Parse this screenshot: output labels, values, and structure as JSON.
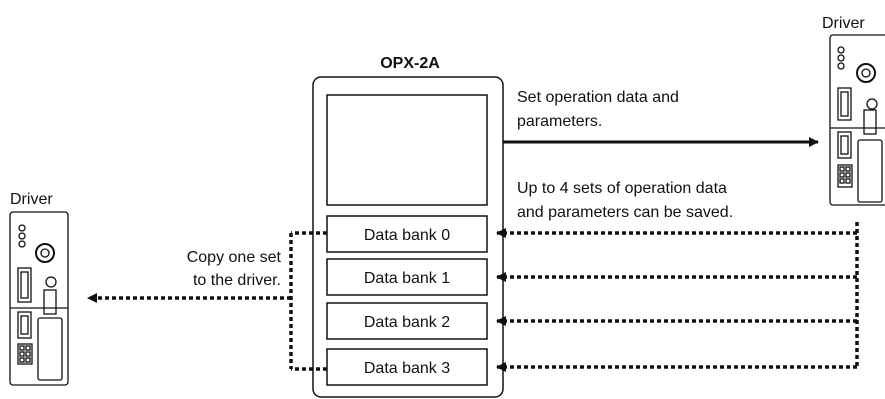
{
  "operator": {
    "title": "OPX-2A",
    "data_banks": [
      "Data bank 0",
      "Data bank 1",
      "Data bank 2",
      "Data bank 3"
    ]
  },
  "drivers": {
    "left_label": "Driver",
    "right_label": "Driver"
  },
  "annotations": {
    "set_line1": "Set operation data and",
    "set_line2": "parameters.",
    "save_line1": "Up to 4 sets of operation data",
    "save_line2": "and parameters can be saved.",
    "copy_line1": "Copy one set",
    "copy_line2": "to the driver."
  },
  "colors": {
    "stroke": "#111111",
    "background": "#ffffff"
  }
}
